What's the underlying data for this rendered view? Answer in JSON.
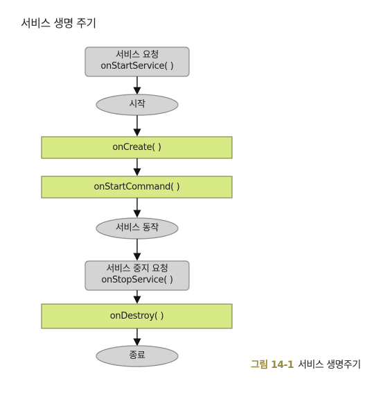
{
  "title": "서비스 생명 주기",
  "nodes": {
    "service_request": {
      "line1": "서비스 요청",
      "line2": "onStartService( )"
    },
    "start": {
      "label": "시작"
    },
    "on_create": {
      "label": "onCreate( )"
    },
    "on_start_command": {
      "label": "onStartCommand( )"
    },
    "service_running": {
      "label": "서비스 동작"
    },
    "stop_request": {
      "line1": "서비스 중지 요청",
      "line2": "onStopService( )"
    },
    "on_destroy": {
      "label": "onDestroy( )"
    },
    "end": {
      "label": "종료"
    }
  },
  "caption": {
    "number": "그림 14-1",
    "text": "서비스 생명주기"
  },
  "colors": {
    "gray_box": "#d4d4d4",
    "gray_border": "#8a8a8a",
    "green_box": "#d8ea86",
    "green_border": "#7f8a55",
    "arrow": "#111111",
    "caption_accent": "#9a8a3a"
  }
}
